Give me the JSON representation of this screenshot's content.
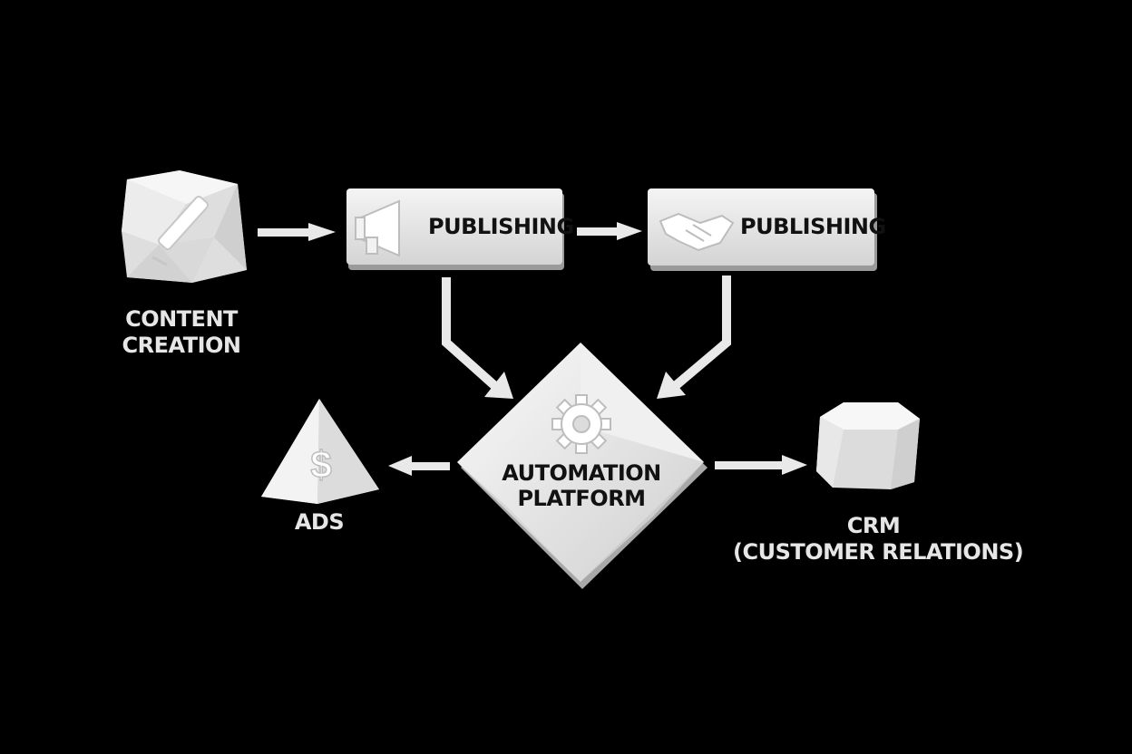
{
  "nodes": {
    "content_creation": {
      "line1": "CONTENT",
      "line2": "CREATION",
      "icon": "pencil-icon"
    },
    "publishing_1": {
      "label": "PUBLISHING",
      "icon": "megaphone-icon"
    },
    "publishing_2": {
      "label": "PUBLISHING",
      "icon": "handshake-icon"
    },
    "automation": {
      "line1": "AUTOMATION",
      "line2": "PLATFORM",
      "icon": "gear-icon"
    },
    "ads": {
      "label": "ADS",
      "icon": "dollar-icon"
    },
    "crm": {
      "line1": "CRM",
      "line2": "(CUSTOMER RELATIONS)",
      "icon": "database-icon"
    }
  },
  "edges": [
    {
      "from": "content_creation",
      "to": "publishing_1"
    },
    {
      "from": "publishing_1",
      "to": "publishing_2"
    },
    {
      "from": "publishing_1",
      "to": "automation"
    },
    {
      "from": "publishing_2",
      "to": "automation"
    },
    {
      "from": "automation",
      "to": "ads"
    },
    {
      "from": "automation",
      "to": "crm"
    }
  ],
  "colors": {
    "background": "#000000",
    "shape": "#e9e9e9",
    "label": "#e6e6e6",
    "box_text": "#111111"
  }
}
